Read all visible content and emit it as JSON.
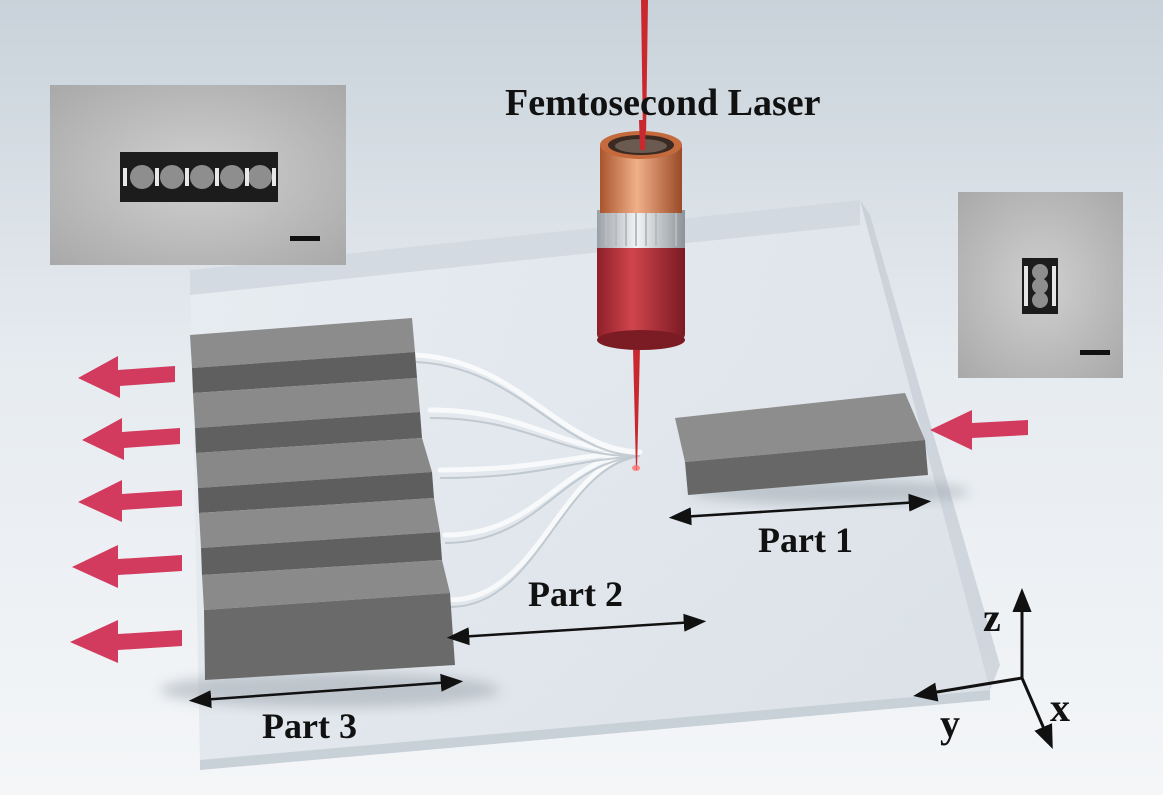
{
  "labels": {
    "laser": "Femtosecond Laser",
    "part1": "Part 1",
    "part2": "Part 2",
    "part3": "Part 3"
  },
  "axes": {
    "z": "z",
    "x": "x",
    "y": "y"
  },
  "colors": {
    "background": "#e4e9ee",
    "substrate": "#dfe5eb",
    "block_top": "#8a8a8a",
    "block_front": "#656565",
    "arrow": "#d23a5e",
    "laser_beam": "#c9282f",
    "objective_body": "#b8323b",
    "objective_cap": "#d9834f"
  },
  "diagram": {
    "output_arrows": 5,
    "input_arrows": 1,
    "waveguide_branches": 5
  }
}
